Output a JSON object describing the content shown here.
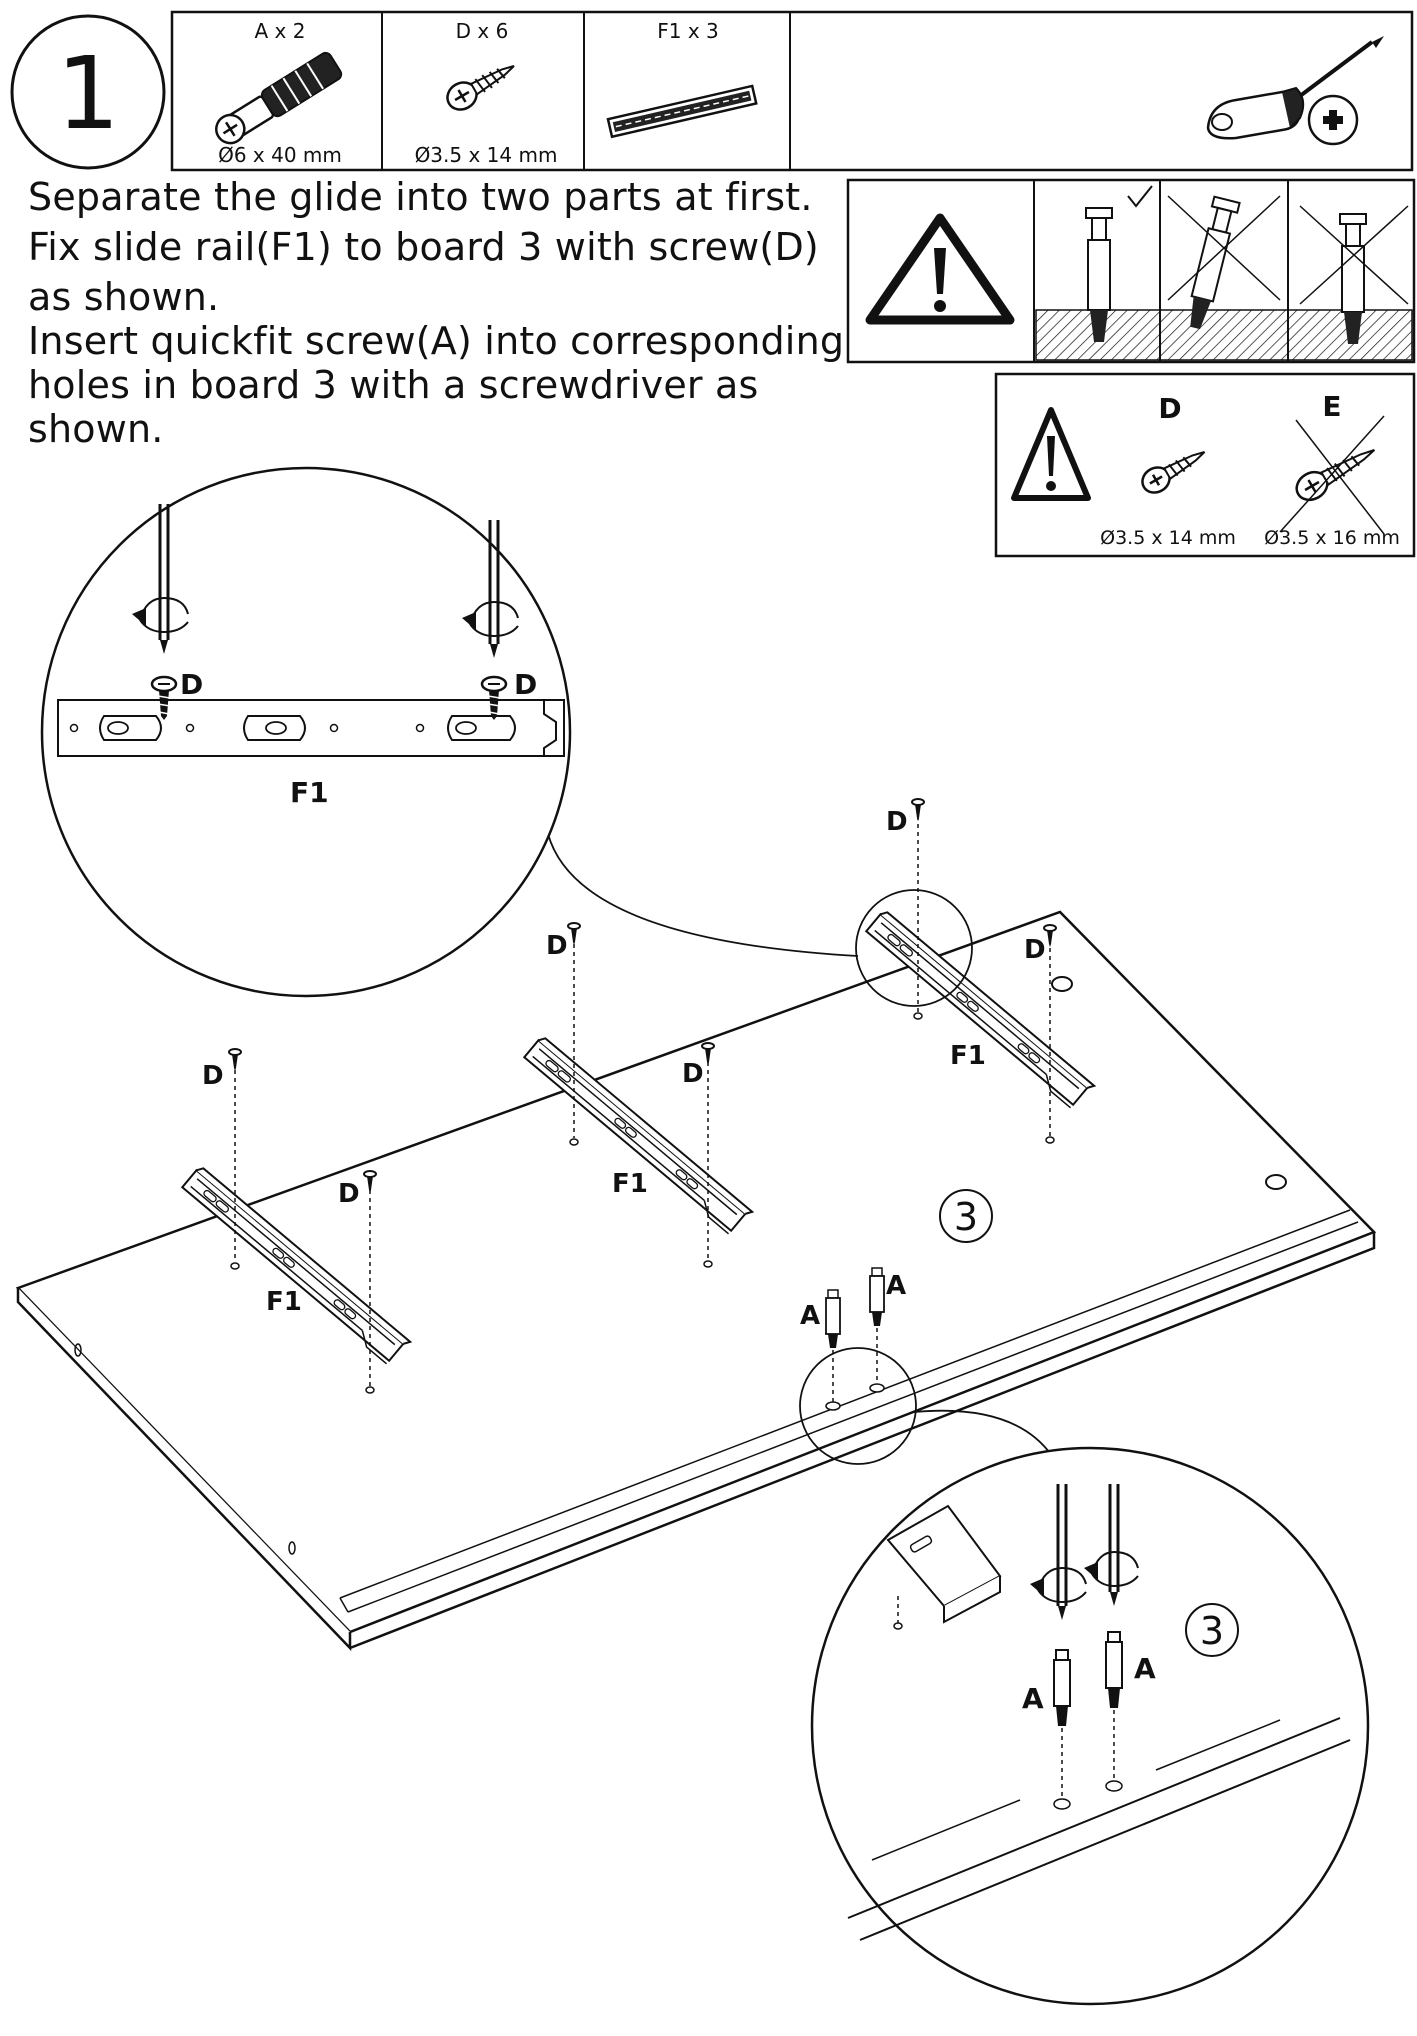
{
  "step": {
    "number": "1"
  },
  "parts": [
    {
      "label": "A x 2",
      "size": "Ø6 x 40 mm",
      "icon": "quickfit-screw-icon"
    },
    {
      "label": "D x 6",
      "size": "Ø3.5 x 14 mm",
      "icon": "wood-screw-icon"
    },
    {
      "label": "F1 x 3",
      "size": "",
      "icon": "slide-rail-icon"
    }
  ],
  "tool": {
    "icon": "phillips-screwdriver-icon"
  },
  "instructions": [
    "Separate the glide into two parts at first.",
    "Fix slide rail(F1) to board 3 with screw(D)",
    "as shown.",
    "Insert quickfit screw(A) into corresponding",
    "holes in board 3 with a screwdriver as",
    "shown."
  ],
  "warning_screws": {
    "correct_label": "D",
    "correct_size": "Ø3.5 x 14 mm",
    "wrong_label": "E",
    "wrong_size": "Ø3.5 x 16 mm"
  },
  "callouts": {
    "screw": "D",
    "rail": "F1",
    "quickfit": "A",
    "board": "3"
  }
}
